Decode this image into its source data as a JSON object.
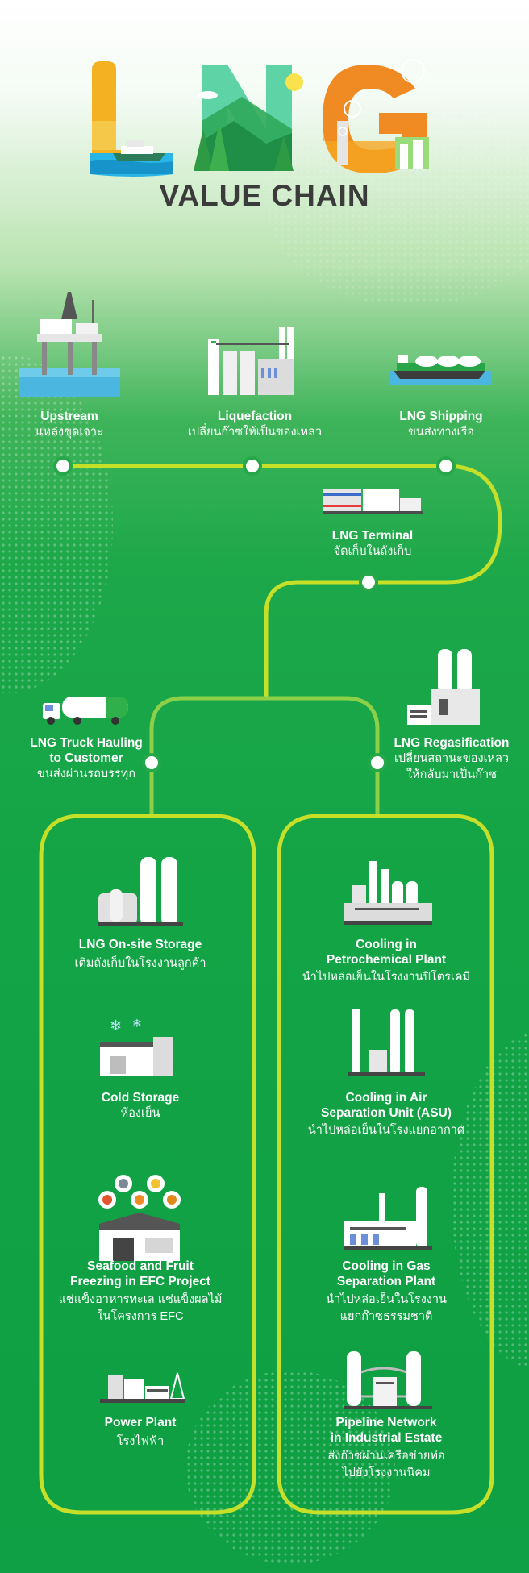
{
  "header": {
    "letters": [
      "L",
      "N",
      "G"
    ],
    "subtitle": "VALUE CHAIN"
  },
  "colors": {
    "line_lime": "#c6e02a",
    "line_green": "#8dd048",
    "node_fill": "#ffffff",
    "node_ring": "#26a84a",
    "letter_L": "#f4b223",
    "letter_N": "#5ed3a6",
    "letter_G": "#f08a22",
    "title": "#3b3b3b"
  },
  "stages": {
    "upstream": {
      "title": "Upstream",
      "subtitle": "แหล่งขุดเจาะ",
      "icon": "offshore-platform-icon"
    },
    "liquefaction": {
      "title": "Liquefaction",
      "subtitle": "เปลี่ยนก๊าซให้เป็นของเหลว",
      "icon": "liquefaction-plant-icon"
    },
    "shipping": {
      "title": "LNG Shipping",
      "subtitle": "ขนส่งทางเรือ",
      "icon": "lng-ship-icon"
    },
    "terminal": {
      "title": "LNG Terminal",
      "subtitle": "จัดเก็บในถังเก็บ",
      "icon": "lng-terminal-icon"
    },
    "truck": {
      "title_line1": "LNG Truck Hauling",
      "title_line2": "to Customer",
      "subtitle": "ขนส่งผ่านรถบรรทุก",
      "icon": "lng-truck-icon"
    },
    "regasification": {
      "title": "LNG Regasification",
      "subtitle_line1": "เปลี่ยนสถานะของเหลว",
      "subtitle_line2": "ให้กลับมาเป็นก๊าซ",
      "icon": "regasification-plant-icon"
    }
  },
  "left_column": [
    {
      "title_line1": "LNG On-site Storage",
      "title_line2": "",
      "subtitle_line1": "เติมถังเก็บในโรงงานลูกค้า",
      "subtitle_line2": "",
      "icon": "onsite-storage-tanks-icon"
    },
    {
      "title_line1": "Cold Storage",
      "title_line2": "",
      "subtitle_line1": "ห้องเย็น",
      "subtitle_line2": "",
      "icon": "cold-storage-icon"
    },
    {
      "title_line1": "Seafood and Fruit",
      "title_line2": "Freezing in EFC Project",
      "subtitle_line1": "แช่แข็งอาหารทะเล แช่แข็งผลไม้",
      "subtitle_line2": "ในโครงการ EFC",
      "icon": "seafood-fruit-freezing-icon"
    },
    {
      "title_line1": "Power Plant",
      "title_line2": "",
      "subtitle_line1": "โรงไฟฟ้า",
      "subtitle_line2": "",
      "icon": "power-plant-icon"
    }
  ],
  "right_column": [
    {
      "title_line1": "Cooling in",
      "title_line2": "Petrochemical Plant",
      "subtitle_line1": "นำไปหล่อเย็นในโรงงานปิโตรเคมี",
      "subtitle_line2": "",
      "icon": "petrochemical-plant-icon"
    },
    {
      "title_line1": "Cooling in Air",
      "title_line2": "Separation Unit (ASU)",
      "subtitle_line1": "นำไปหล่อเย็นในโรงแยกอากาศ",
      "subtitle_line2": "",
      "icon": "air-separation-unit-icon"
    },
    {
      "title_line1": "Cooling in Gas",
      "title_line2": "Separation Plant",
      "subtitle_line1": "นำไปหล่อเย็นในโรงงาน",
      "subtitle_line2": "แยกก๊าซธรรมชาติ",
      "icon": "gas-separation-plant-icon"
    },
    {
      "title_line1": "Pipeline Network",
      "title_line2": "in Industrial Estate",
      "subtitle_line1": "ส่งก๊าซผ่านเครือข่ายท่อ",
      "subtitle_line2": "ไปยังโรงงานนิคม",
      "icon": "pipeline-network-icon"
    }
  ]
}
